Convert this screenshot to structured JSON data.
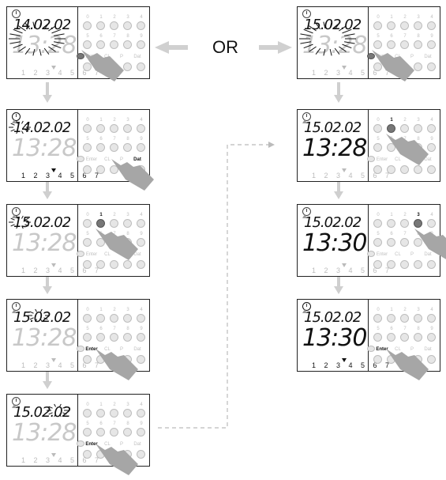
{
  "or_label": "OR",
  "days_label": "1 2 3 4 5 6 7",
  "key_labels": {
    "row1": [
      "0",
      "1",
      "2",
      "3",
      "4"
    ],
    "row2": [
      "5",
      "6",
      "7",
      "8",
      "9"
    ],
    "row3": [
      "Enter",
      "CL",
      "P",
      "Dat"
    ]
  },
  "panels": [
    {
      "id": "L1",
      "date": "14.02.02",
      "time": "13:28",
      "flash": "all",
      "press": "clock-key",
      "clock_on": false,
      "days_on": false
    },
    {
      "id": "L2",
      "date": "14.02.02",
      "time": "13:28",
      "flash": "day",
      "press": "Dat",
      "clock_on": true,
      "days_on": true
    },
    {
      "id": "L3",
      "date": "15.02.02",
      "time": "13:28",
      "flash": "day",
      "press": "1",
      "clock_on": false,
      "days_on": false
    },
    {
      "id": "L4",
      "date": "15.02.02",
      "time": "13:28",
      "flash": "month",
      "press": "Enter",
      "clock_on": false,
      "days_on": false
    },
    {
      "id": "L5",
      "date": "15.02.02",
      "time": "13:28",
      "flash": "year",
      "press": "Enter",
      "clock_on": false,
      "days_on": false
    },
    {
      "id": "R1",
      "date": "15.02.02",
      "time": "13:28",
      "flash": "all",
      "press": "clock-key",
      "clock_on": false,
      "days_on": false
    },
    {
      "id": "R2",
      "date": "15.02.02",
      "time": "13:28",
      "flash": "none",
      "press": "1",
      "clock_on": false,
      "days_on": false
    },
    {
      "id": "R3",
      "date": "15.02.02",
      "time": "13:30",
      "flash": "none",
      "press": "3",
      "clock_on": false,
      "days_on": false
    },
    {
      "id": "R4",
      "date": "15.02.02",
      "time": "13:30",
      "flash": "none",
      "press": "Enter",
      "clock_on": true,
      "days_on": true
    }
  ]
}
